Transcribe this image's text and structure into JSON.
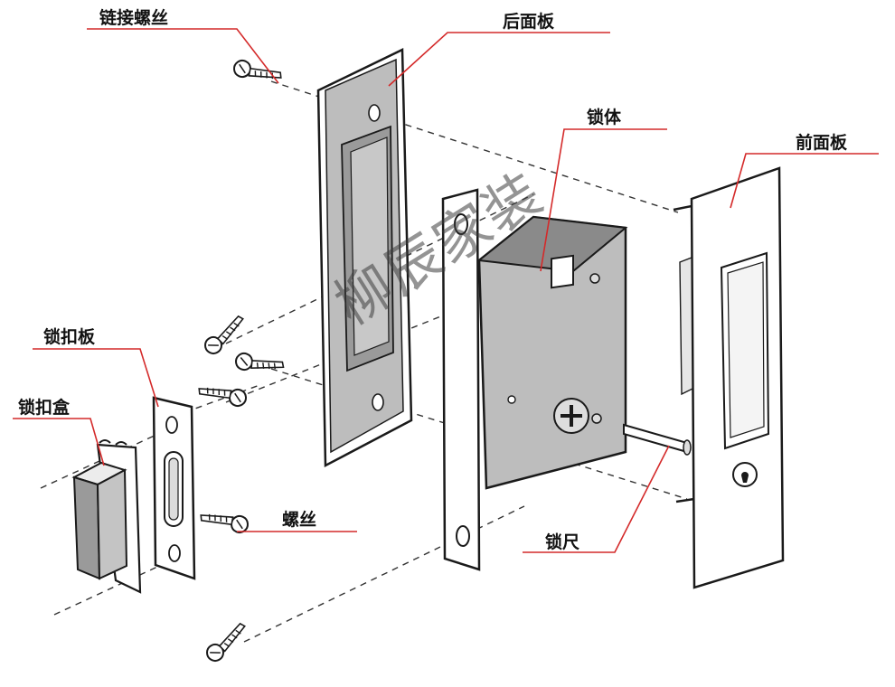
{
  "labels": {
    "connecting_screw": "链接螺丝",
    "rear_panel": "后面板",
    "lock_body": "锁体",
    "front_panel": "前面板",
    "strike_plate": "锁扣板",
    "strike_box": "锁扣盒",
    "screw": "螺丝",
    "spindle": "锁尺"
  },
  "watermark": "柳辰家装",
  "colors": {
    "leader_line": "#d42a2a",
    "outline": "#1a1a1a",
    "panel_gray": "#b9b9b9",
    "shade_gray": "#8f8f8f"
  }
}
